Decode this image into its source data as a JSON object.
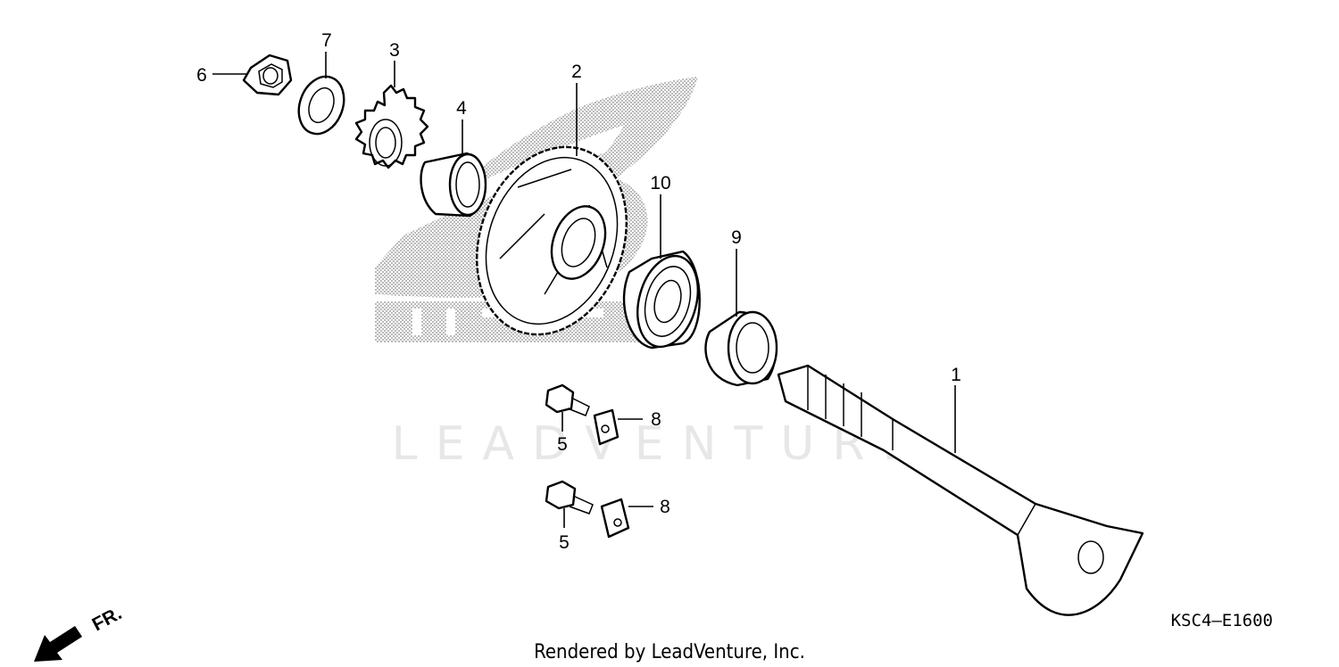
{
  "diagram": {
    "diagram_code": "KSC4—E1600",
    "footer": "Rendered by LeadVenture, Inc.",
    "watermark": "LEADVENTURE",
    "direction_label": "FR.",
    "callouts": [
      {
        "id": "c6",
        "number": "6"
      },
      {
        "id": "c7",
        "number": "7"
      },
      {
        "id": "c3",
        "number": "3"
      },
      {
        "id": "c4",
        "number": "4"
      },
      {
        "id": "c2",
        "number": "2"
      },
      {
        "id": "c10",
        "number": "10"
      },
      {
        "id": "c9",
        "number": "9"
      },
      {
        "id": "c1",
        "number": "1"
      },
      {
        "id": "c8a",
        "number": "8"
      },
      {
        "id": "c5a",
        "number": "5"
      },
      {
        "id": "c8b",
        "number": "8"
      },
      {
        "id": "c5b",
        "number": "5"
      }
    ]
  }
}
